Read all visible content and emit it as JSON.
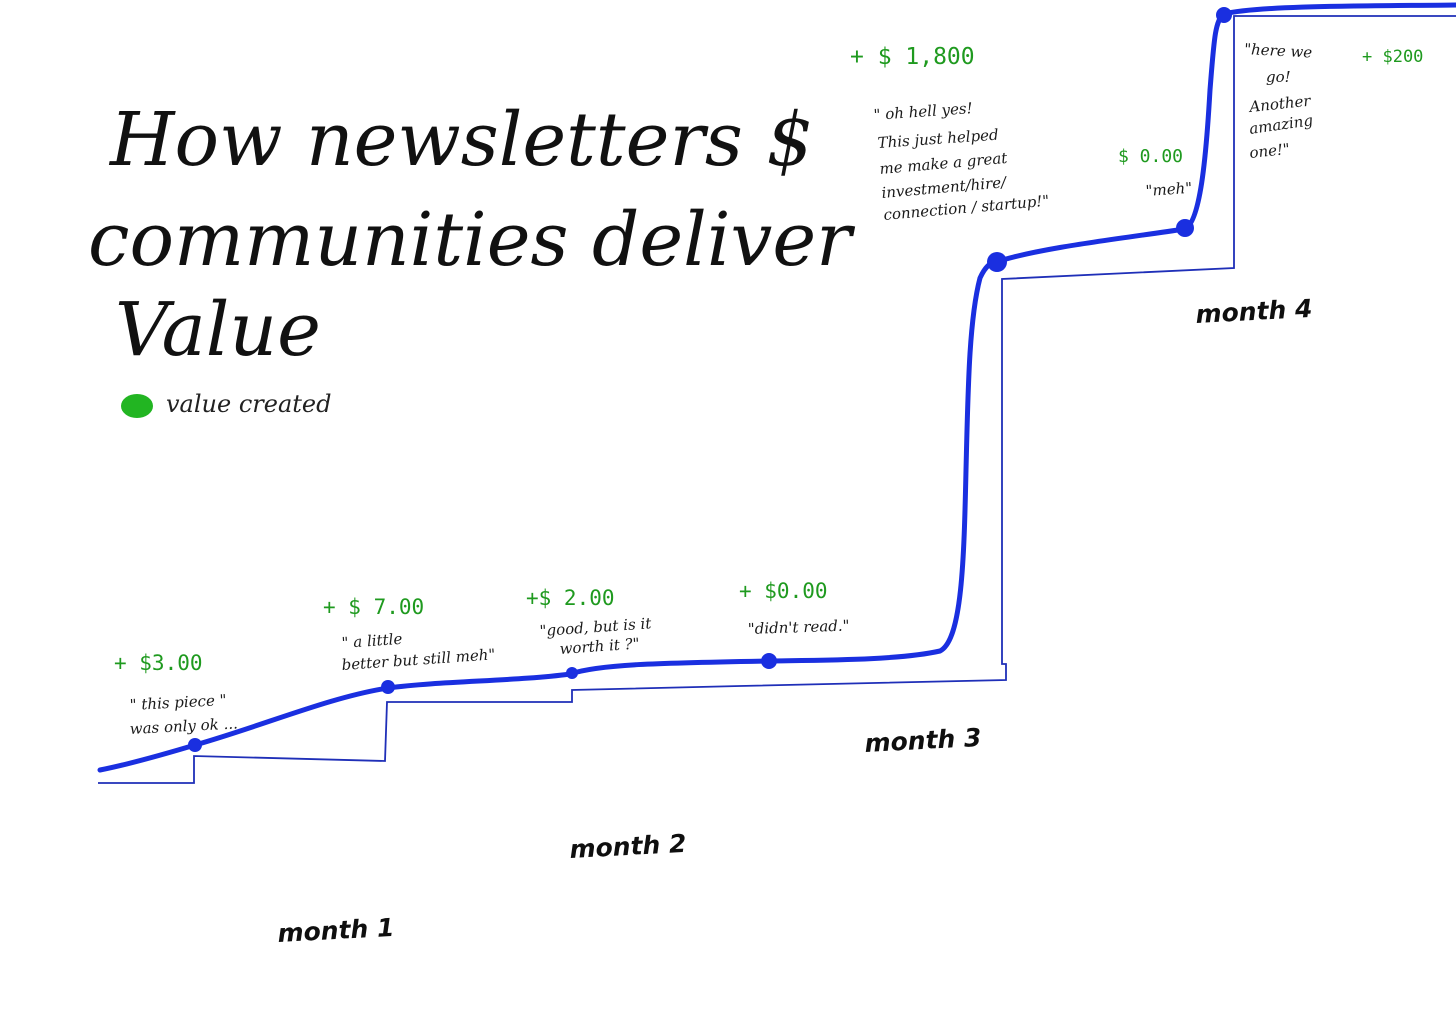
{
  "title": {
    "lines": [
      "How newsletters $",
      "communities deliver",
      "Value"
    ]
  },
  "legend": {
    "label": "value created",
    "color": "#22b522"
  },
  "colors": {
    "curve": "#1a2fe0",
    "step": "#1f2fb8",
    "money": "#1f9a1f",
    "text": "#111111"
  },
  "annotations": [
    {
      "amount": "+ $3.00",
      "quote": [
        "\" this piece \"",
        "was only ok ..."
      ]
    },
    {
      "amount": "+ $ 7.00",
      "quote": [
        "\" a little",
        "better but still meh\""
      ]
    },
    {
      "amount": "+$ 2.00",
      "quote": [
        "\"good, but is it",
        "worth it ?\""
      ]
    },
    {
      "amount": "+ $0.00",
      "quote": [
        "\"didn't read.\""
      ]
    },
    {
      "amount": "+ $ 1,800",
      "quote": [
        "\" oh hell yes!",
        "This just helped",
        "me make a great",
        "investment/hire/",
        "connection / startup!\""
      ]
    },
    {
      "amount": "$ 0.00",
      "quote": [
        "\"meh\""
      ]
    },
    {
      "amount": "+ $200",
      "quote": [
        "\"here we",
        "go!",
        "Another",
        "amazing",
        "one!\""
      ]
    }
  ],
  "months": [
    "month 1",
    "month 2",
    "month 3",
    "month 4"
  ]
}
